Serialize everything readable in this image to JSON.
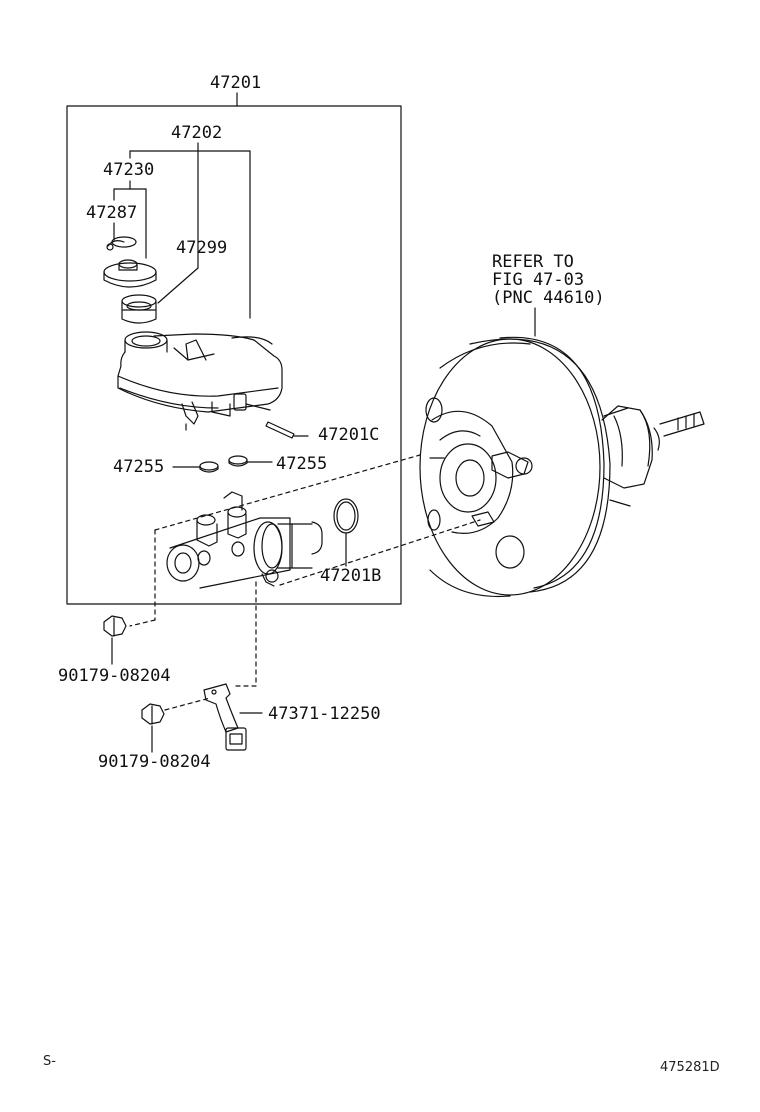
{
  "parts": {
    "assy_master_cylinder": "47201",
    "reservoir_assy": "47202",
    "reservoir_cap_assy": "47230",
    "cap_clip": "47287",
    "reservoir_grommet": "47299",
    "reservoir_pin": "47201C",
    "grommet_left": "47255",
    "grommet_right": "47255",
    "o_ring": "47201B",
    "nut_upper": "90179-08204",
    "bracket": "47371-12250",
    "nut_lower": "90179-08204"
  },
  "booster_note": {
    "line1": "REFER TO",
    "line2": "FIG 47-03",
    "line3": "(PNC 44610)"
  },
  "footer": {
    "left_mark": "S-",
    "figure_id": "475281D"
  }
}
